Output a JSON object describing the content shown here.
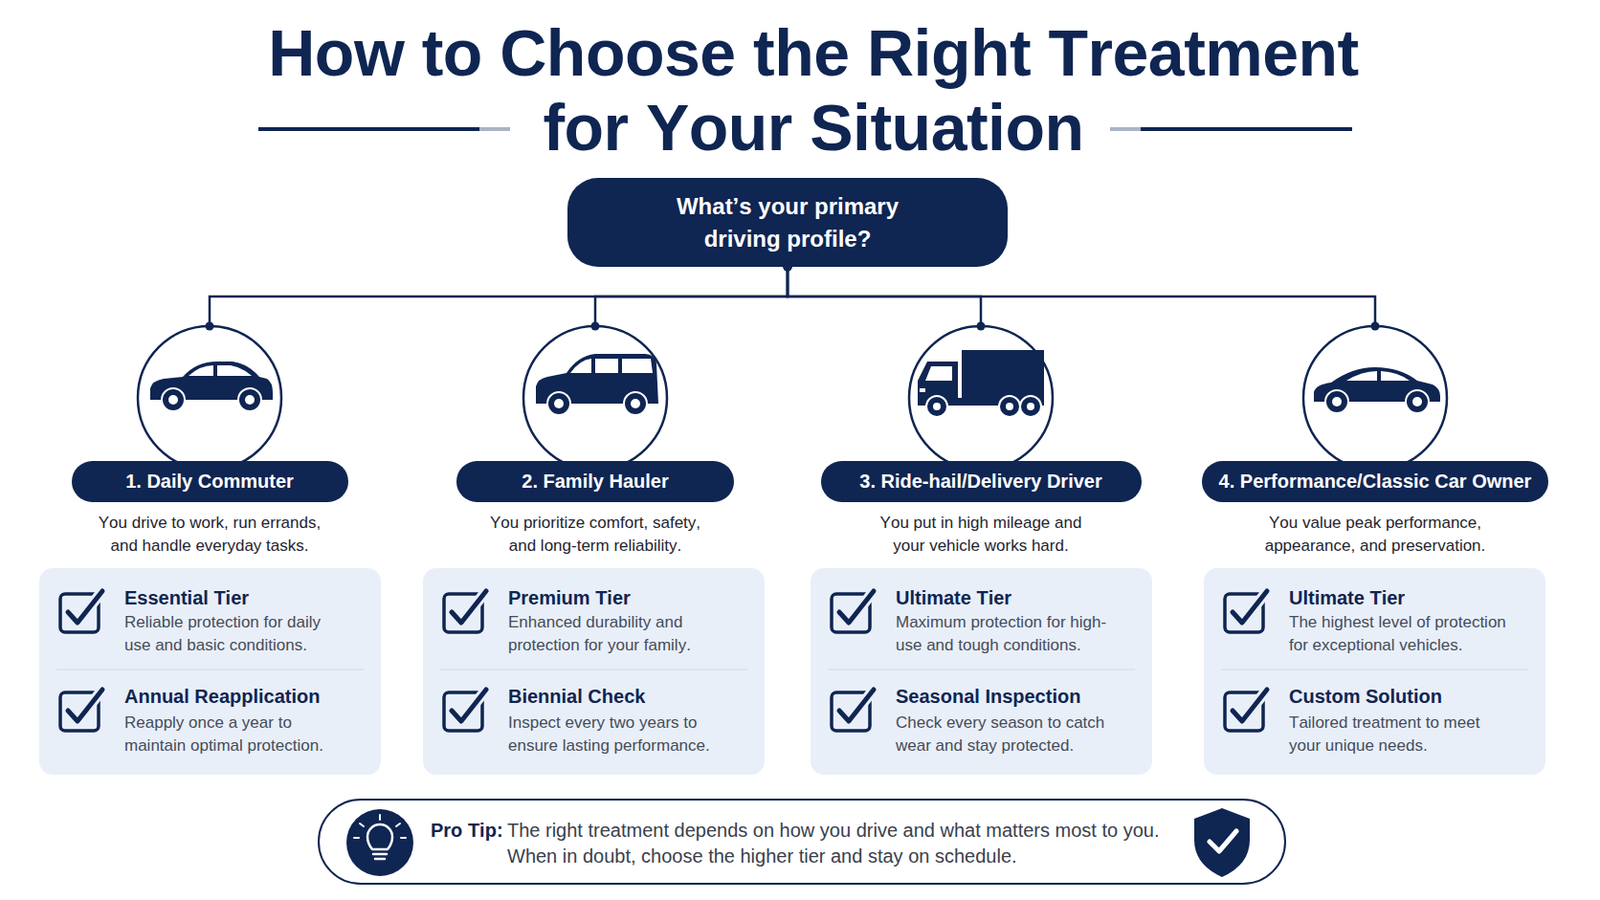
{
  "diagram": {
    "title": "How to Choose the Right Treatment for Your Situation",
    "nodes": [
      {
        "text": [
          "What’s your primary driving profile?"
        ]
      },
      {
        "text": [
          "1. Daily Commuter",
          "You drive to work, run errands, and handle everyday tasks."
        ]
      },
      {
        "text": [
          "2. Family Hauler",
          "You prioritize comfort, safety, and long-term reliability."
        ]
      },
      {
        "text": [
          "3. Ride-hail/Delivery Driver",
          "You put in high mileage and your vehicle works hard."
        ]
      },
      {
        "text": [
          "4. Performance/Classic Car Owner",
          "You value peak performance, appearance, and preservation."
        ]
      },
      {
        "text": [
          "Essential Tier",
          "Reliable protection for daily use and basic conditions.",
          "Annual Reapplication",
          "Reapply once a year to maintain optimal protection."
        ]
      },
      {
        "text": [
          "Premium Tier",
          "Enhanced durability and protection for your family.",
          "Biennial Check",
          "Inspect every two years to ensure lasting performance."
        ]
      },
      {
        "text": [
          "Ultimate Tier",
          "Maximum protection for high-use and tough conditions.",
          "Seasonal Inspection",
          "Check every season to catch wear and stay protected."
        ]
      },
      {
        "text": [
          "Ultimate Tier",
          "The highest level of protection for exceptional vehicles.",
          "Custom Solution",
          "Tailored treatment to meet your unique needs."
        ]
      },
      {
        "text": [
          "Pro Tip:",
          "The right treatment depends on how you drive and what matters most to you. When in doubt, choose the higher tier and stay on schedule."
        ]
      }
    ],
    "edges": [
      {
        "from": 0,
        "to": 1,
        "arrow": "none"
      },
      {
        "from": 0,
        "to": 2,
        "arrow": "none"
      },
      {
        "from": 0,
        "to": 3,
        "arrow": "none"
      },
      {
        "from": 0,
        "to": 4,
        "arrow": "none"
      }
    ]
  }
}
